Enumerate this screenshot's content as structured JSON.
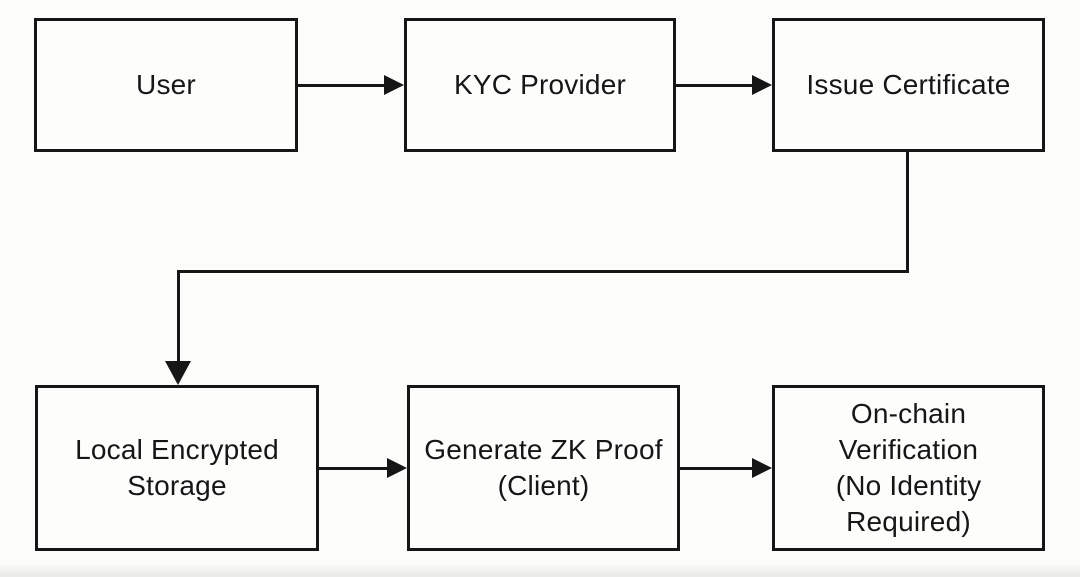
{
  "diagram": {
    "type": "flowchart",
    "nodes": {
      "user": {
        "label": "User",
        "lines": [
          "User"
        ]
      },
      "kyc_provider": {
        "label": "KYC Provider",
        "lines": [
          "KYC Provider"
        ]
      },
      "issue_certificate": {
        "label": "Issue Certificate",
        "lines": [
          "Issue Certificate"
        ]
      },
      "local_encrypted_storage": {
        "label": "Local Encrypted Storage",
        "lines": [
          "Local Encrypted",
          "Storage"
        ]
      },
      "generate_zk_proof": {
        "label": "Generate ZK Proof (Client)",
        "lines": [
          "Generate ZK Proof",
          "(Client)"
        ]
      },
      "onchain_verification": {
        "label": "On-chain Verification (No Identity Required)",
        "lines": [
          "On-chain",
          "Verification",
          "(No Identity",
          "Required)"
        ]
      }
    },
    "edges": [
      {
        "from": "User",
        "to": "KYC Provider",
        "style": "straight-arrow"
      },
      {
        "from": "KYC Provider",
        "to": "Issue Certificate",
        "style": "straight-arrow"
      },
      {
        "from": "Issue Certificate",
        "to": "Local Encrypted Storage",
        "style": "elbow-arrow"
      },
      {
        "from": "Local Encrypted Storage",
        "to": "Generate ZK Proof (Client)",
        "style": "straight-arrow"
      },
      {
        "from": "Generate ZK Proof (Client)",
        "to": "On-chain Verification (No Identity Required)",
        "style": "straight-arrow"
      }
    ],
    "colors": {
      "background": "#fcfcfa",
      "node_fill": "#fdfdfc",
      "stroke": "#161616",
      "text": "#161616",
      "bottom_band": "#e9e9e7"
    }
  }
}
